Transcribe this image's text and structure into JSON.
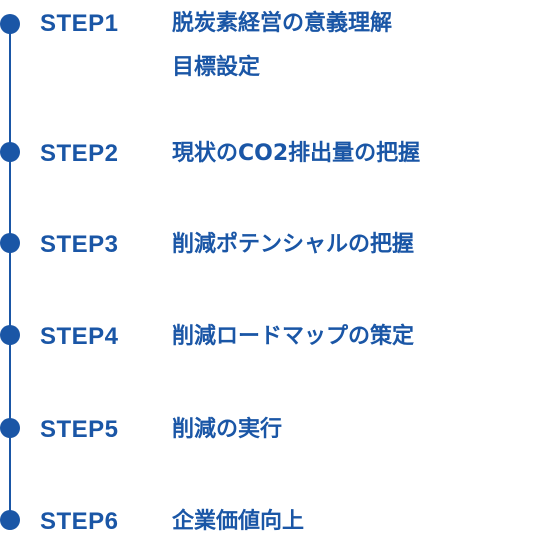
{
  "colors": {
    "accent": "#1a56a6"
  },
  "steps": [
    {
      "label": "STEP1",
      "lines": [
        "脱炭素経営の意義理解",
        "目標設定"
      ]
    },
    {
      "label": "STEP2",
      "lines": [
        "現状のCO2排出量の把握"
      ]
    },
    {
      "label": "STEP3",
      "lines": [
        "削減ポテンシャルの把握"
      ]
    },
    {
      "label": "STEP4",
      "lines": [
        "削減ロードマップの策定"
      ]
    },
    {
      "label": "STEP5",
      "lines": [
        "削減の実行"
      ]
    },
    {
      "label": "STEP6",
      "lines": [
        "企業価値向上"
      ]
    }
  ]
}
